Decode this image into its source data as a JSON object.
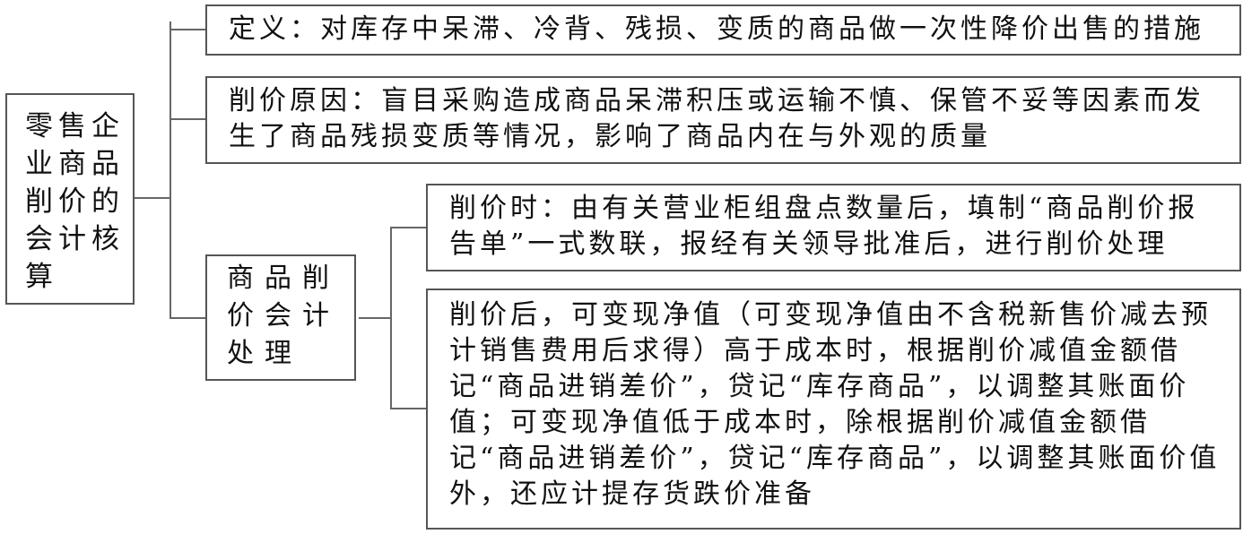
{
  "diagram": {
    "root": {
      "label": "零售企业商品削价的会计核算"
    },
    "branches": [
      {
        "label": "定义：对库存中呆滞、冷背、残损、变质的商品做一次性降价出售的措施"
      },
      {
        "label": "削价原因：盲目采购造成商品呆滞积压或运输不慎、保管不妥等因素而发生了商品残损变质等情况，影响了商品内在与外观的质量"
      },
      {
        "label": "商品削价会计处理",
        "children": [
          {
            "label": "削价时：由有关营业柜组盘点数量后，填制“商品削价报告单”一式数联，报经有关领导批准后，进行削价处理"
          },
          {
            "label": "削价后，可变现净值（可变现净值由不含税新售价减去预计销售费用后求得）高于成本时，根据削价减值金额借记“商品进销差价”，贷记“库存商品”，以调整其账面价值；可变现净值低于成本时，除根据削价减值金额借记“商品进销差价”，贷记“库存商品”，以调整其账面价值外，还应计提存货跌价准备"
          }
        ]
      }
    ]
  }
}
